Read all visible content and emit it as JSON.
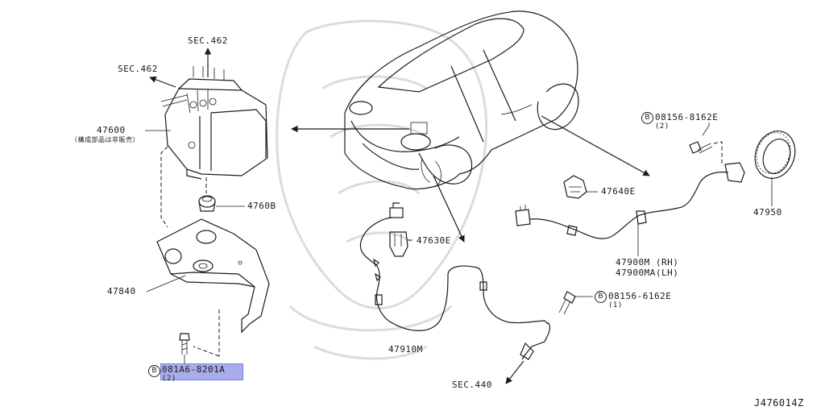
{
  "diagram_id": "J476014Z",
  "parts": {
    "abs_actuator": {
      "number": "47600",
      "note": "（構成部品は非販売）"
    },
    "bushing": {
      "number": "4760B"
    },
    "bracket": {
      "number": "47840"
    },
    "bolt_bracket": {
      "marker": "B",
      "number": "081A6-8201A",
      "qty": "(2)",
      "highlight_color": "#a9acec"
    },
    "front_sensor_bracket": {
      "number": "47630E"
    },
    "front_sensor_harness": {
      "number": "47910M"
    },
    "rear_sensor_clip": {
      "number": "47640E"
    },
    "rear_sensor": {
      "number_rh": "47900M (RH)",
      "number_lh": "47900MA(LH)"
    },
    "bolt_rear": {
      "marker": "B",
      "number": "08156-8162E",
      "qty": "(2)"
    },
    "bolt_front": {
      "marker": "B",
      "number": "08156-6162E",
      "qty": "(1)"
    },
    "sensor_rotor": {
      "number": "47950"
    }
  },
  "section_refs": {
    "sec_462_top": "SEC.462",
    "sec_462_left": "SEC.462",
    "sec_440": "SEC.440"
  }
}
